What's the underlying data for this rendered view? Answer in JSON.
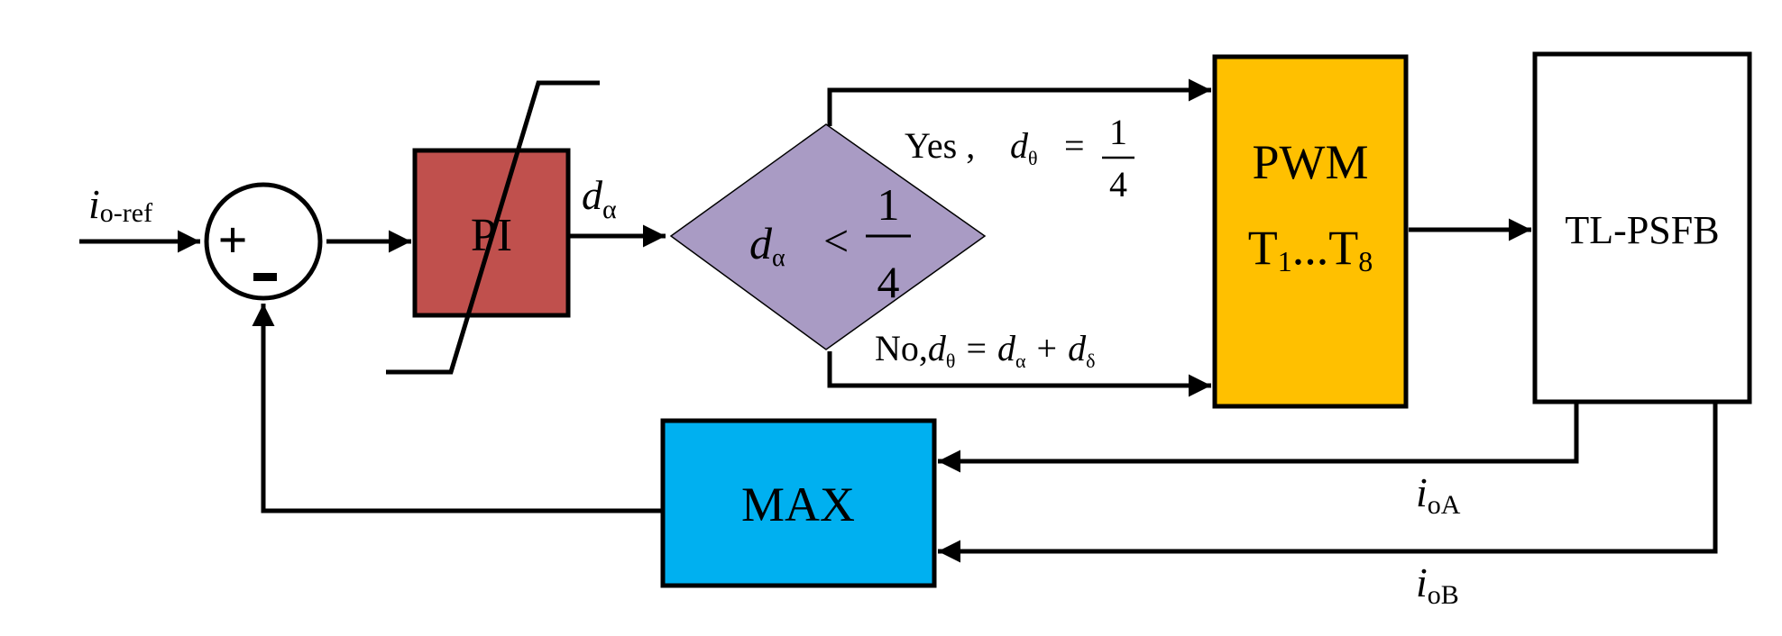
{
  "input": {
    "var": "i",
    "sub": "o-ref"
  },
  "summing_junction": {
    "plus": "+",
    "minus": "-"
  },
  "pi_block": {
    "label": "PI"
  },
  "pi_output": {
    "var": "d",
    "sub": "α"
  },
  "decision": {
    "lhs_var": "d",
    "lhs_sub": "α",
    "op": "<",
    "num": "1",
    "den": "4"
  },
  "yes_branch": {
    "prefix": "Yes ,",
    "var": "d",
    "sub": "θ",
    "eq": "=",
    "num": "1",
    "den": "4"
  },
  "no_branch": {
    "prefix": "No,",
    "var": "d",
    "sub": "θ",
    "eq": "=",
    "t1_var": "d",
    "t1_sub": "α",
    "plus": "+",
    "t2_var": "d",
    "t2_sub": "δ"
  },
  "pwm_block": {
    "line1": "PWM",
    "t1_main": "T",
    "t1_sub": "1",
    "dots": "...",
    "t2_main": "T",
    "t2_sub": "8"
  },
  "tlpsfb_block": {
    "label": "TL-PSFB"
  },
  "max_block": {
    "label": "MAX"
  },
  "feedback_a": {
    "var": "i",
    "sub": "oA"
  },
  "feedback_b": {
    "var": "i",
    "sub": "oB"
  },
  "colors": {
    "pi": "#c0504d",
    "decision": "#a99bc4",
    "pwm": "#ffc000",
    "max": "#00b0f0",
    "tlpsfb": "#ffffff",
    "line": "#000000"
  }
}
